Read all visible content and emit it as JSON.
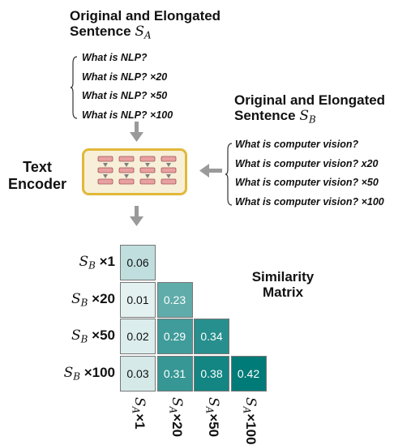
{
  "heading_a": {
    "line1": "Original and Elongated",
    "line2": "Sentence",
    "symbol": "S",
    "subscript": "A"
  },
  "heading_b": {
    "line1": "Original and Elongated",
    "line2": "Sentence",
    "symbol": "S",
    "subscript": "B"
  },
  "sentences_a": [
    "What is NLP?",
    "What is NLP? ×20",
    "What is NLP? ×50",
    "What is NLP? ×100"
  ],
  "sentences_b": [
    "What is computer vision?",
    "What is computer vision? x20",
    "What is computer vision? ×50",
    "What is computer vision? ×100"
  ],
  "encoder": {
    "line1": "Text",
    "line2": "Encoder"
  },
  "matrix": {
    "title_line1": "Similarity",
    "title_line2": "Matrix",
    "rows": [
      {
        "symbol": "S",
        "subscript": "B",
        "suffix": "×1"
      },
      {
        "symbol": "S",
        "subscript": "B",
        "suffix": "×20"
      },
      {
        "symbol": "S",
        "subscript": "B",
        "suffix": "×50"
      },
      {
        "symbol": "S",
        "subscript": "B",
        "suffix": "×100"
      }
    ],
    "cols": [
      {
        "symbol": "S",
        "subscript": "A",
        "suffix": "×1"
      },
      {
        "symbol": "S",
        "subscript": "A",
        "suffix": "×20"
      },
      {
        "symbol": "S",
        "subscript": "A",
        "suffix": "×50"
      },
      {
        "symbol": "S",
        "subscript": "A",
        "suffix": "×100"
      }
    ],
    "values": [
      [
        "0.06"
      ],
      [
        "0.01",
        "0.23"
      ],
      [
        "0.02",
        "0.29",
        "0.34"
      ],
      [
        "0.03",
        "0.31",
        "0.38",
        "0.42"
      ]
    ]
  },
  "colors": {
    "encoder_border": "#e2b83a",
    "encoder_fill": "#f7efd8",
    "token": "#e8a0a0",
    "arrow": "#9a9a9a",
    "cell_low": "#eef6f6",
    "cell_high": "#007b78"
  }
}
